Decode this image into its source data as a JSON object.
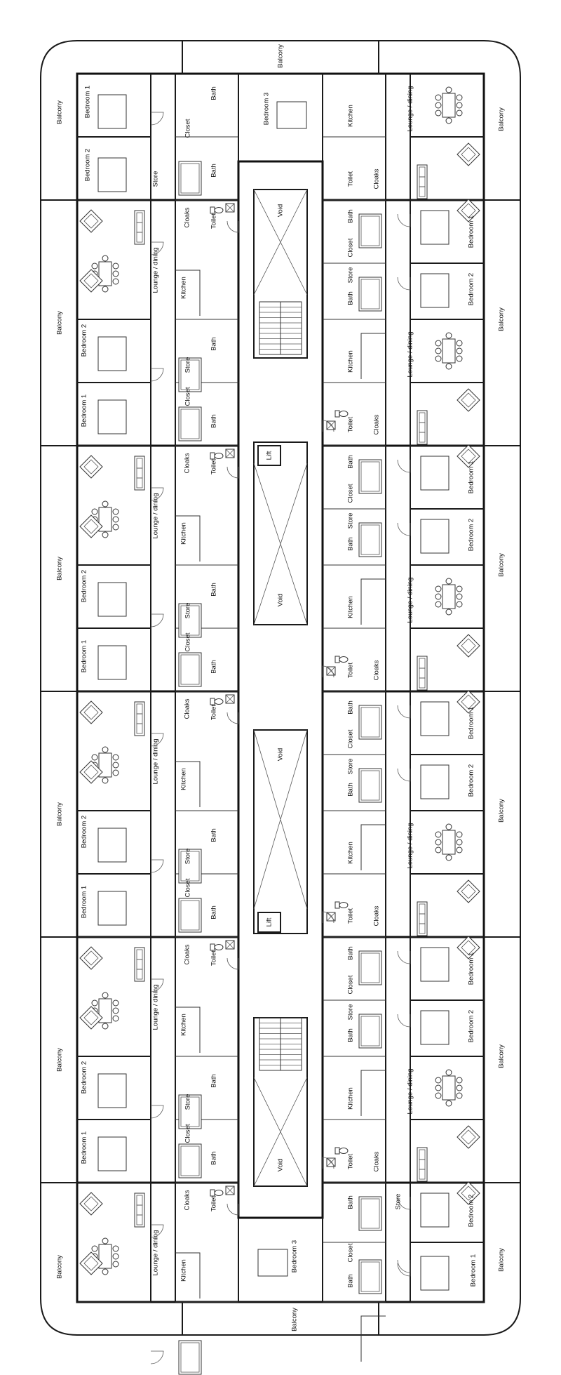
{
  "labels": {
    "balcony": "Balcony",
    "bedroom_1": "Bedroom 1",
    "bedroom_2": "Bedroom 2",
    "bedroom_3": "Bedroom 3",
    "bath": "Bath",
    "closet": "Closet",
    "store": "Store",
    "kitchen": "Kitchen",
    "lounge_dining": "Lounge / dining",
    "toilet": "Toilet",
    "cloaks": "Cloaks",
    "void": "Void",
    "lift": "Lift"
  }
}
